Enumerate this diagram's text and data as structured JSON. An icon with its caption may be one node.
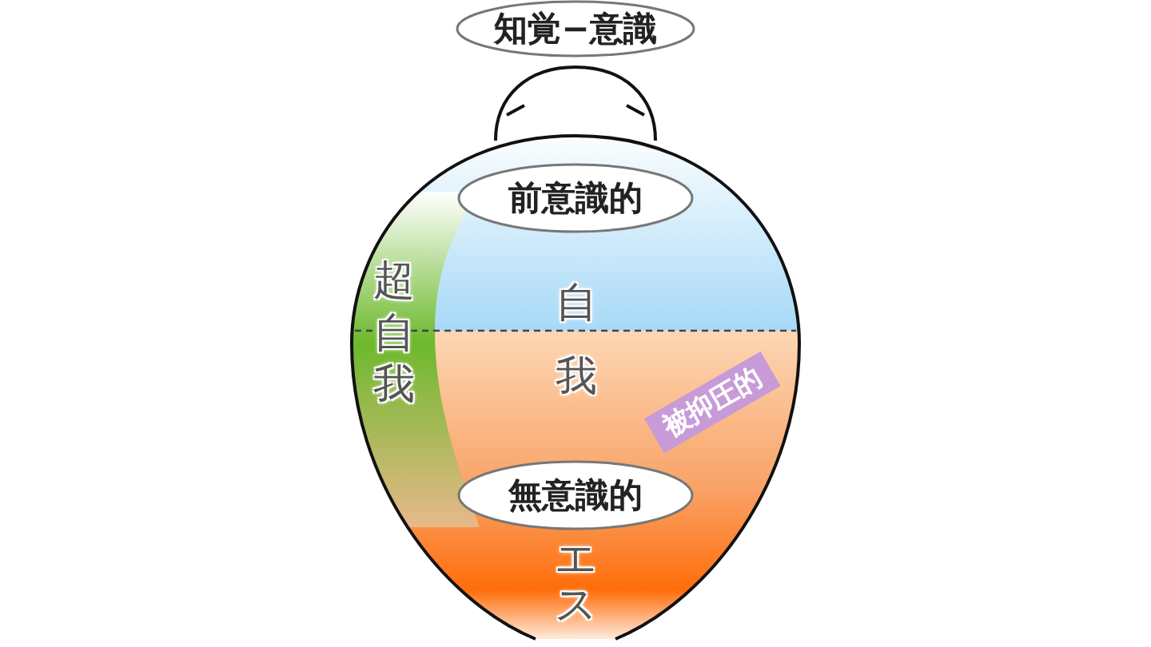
{
  "diagram": {
    "nodes": [
      {
        "text": [
          "知覚−意識"
        ]
      },
      {
        "text": [
          "前意識的"
        ]
      },
      {
        "text": [
          "無意識的"
        ]
      }
    ],
    "labels": [
      "超自我",
      "自我",
      "被抑圧的",
      "エス"
    ]
  }
}
